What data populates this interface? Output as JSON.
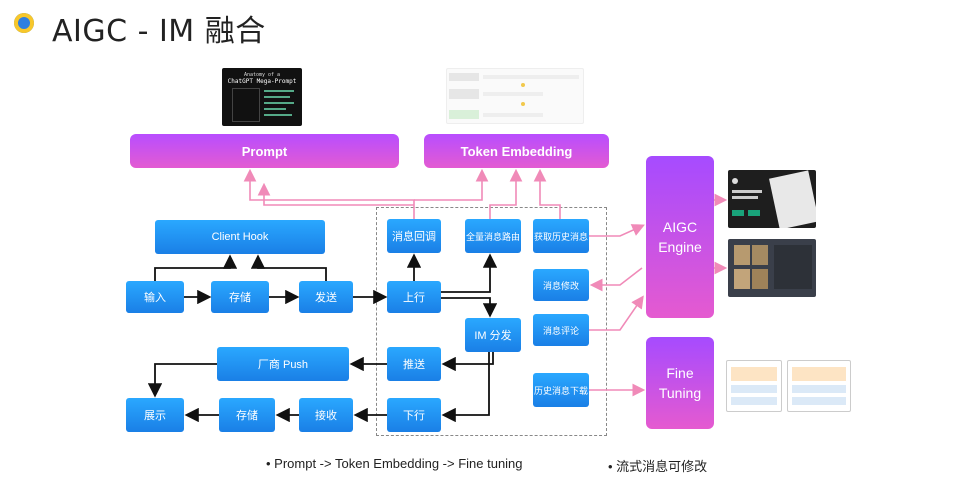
{
  "title": "AIGC - IM 融合",
  "top": {
    "prompt": "Prompt",
    "token_embedding": "Token Embedding",
    "mega_prompt_line1": "Anatomy of a",
    "mega_prompt_line2": "ChatGPT Mega-Prompt"
  },
  "engines": {
    "aigc": "AIGC Engine",
    "fine_tuning": "Fine Tuning"
  },
  "nodes": {
    "client_hook": "Client Hook",
    "input": "输入",
    "store": "存储",
    "send": "发送",
    "callback": "消息回调",
    "full_route": "全量消息路由",
    "fetch_history": "获取历史消息",
    "upstream": "上行",
    "im_dispatch": "IM 分发",
    "edit_msg": "消息修改",
    "comment_msg": "消息评论",
    "download_history": "历史消息下载",
    "vendor_push": "厂商 Push",
    "push": "推送",
    "display": "展示",
    "store2": "存储",
    "receive": "接收",
    "downstream": "下行"
  },
  "bullets": [
    "Prompt -> Token Embedding -> Fine tuning",
    "流式消息可修改"
  ],
  "colors": {
    "blue": "#1a8ff0",
    "purple": "#b84dff",
    "pink_arrow": "#f08ab8",
    "black_arrow": "#111111"
  }
}
